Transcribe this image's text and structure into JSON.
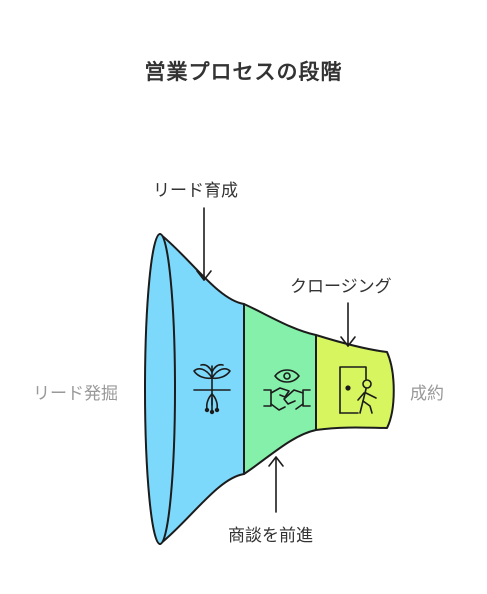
{
  "title": "営業プロセスの段階",
  "stages": {
    "discovery": {
      "label": "リード発掘",
      "icon": "seedling-icon",
      "color": "#7dd9fc"
    },
    "nurture": {
      "label": "リード育成",
      "icon": "sprout-roots-icon",
      "color": "#7dd9fc"
    },
    "negotiate": {
      "label": "商談を前進",
      "icon": "handshake-eye-icon",
      "color": "#85f0a9"
    },
    "closing": {
      "label": "クロージング",
      "icon": "door-exit-icon",
      "color": "#d6f55e"
    },
    "deal": {
      "label": "成約"
    }
  }
}
